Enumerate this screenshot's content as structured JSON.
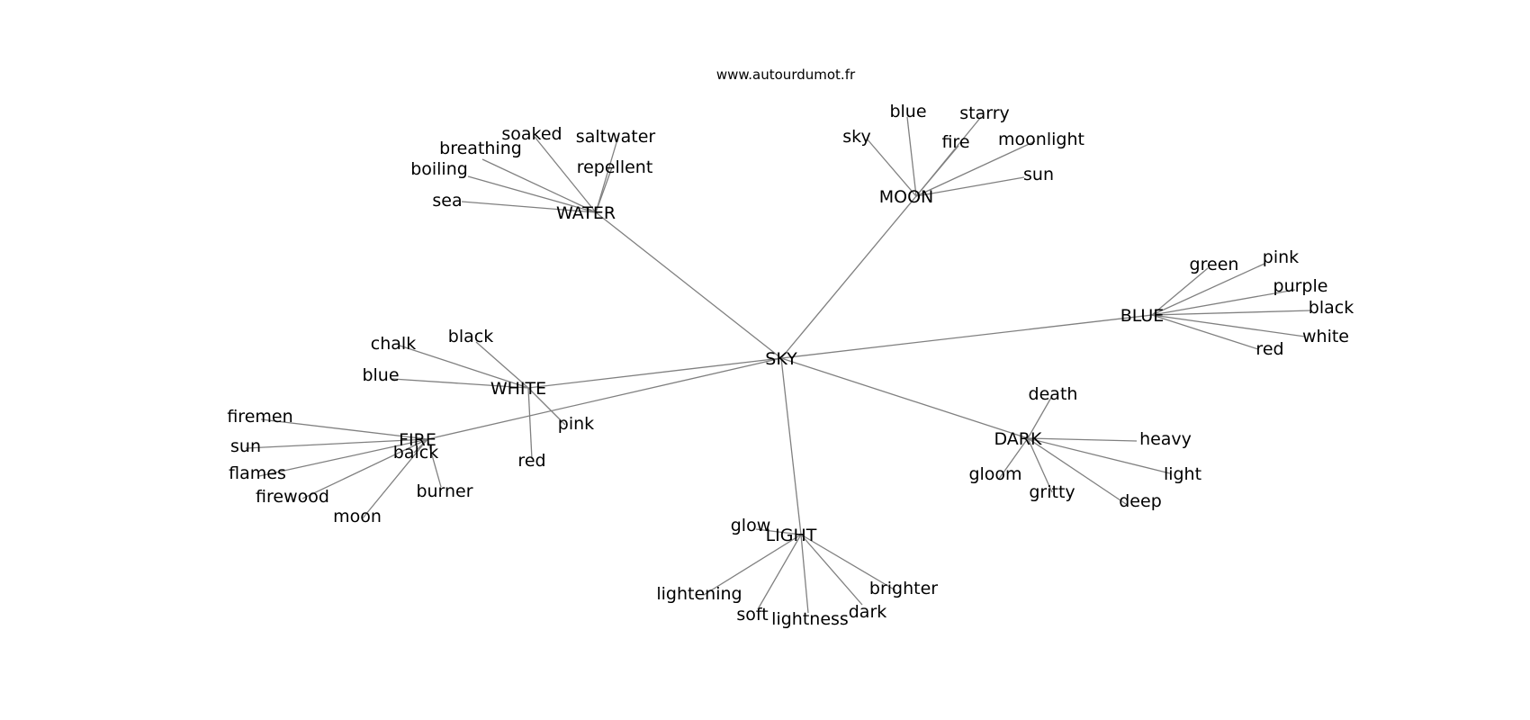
{
  "source": "www.autourdumot.fr",
  "root": "SKY",
  "clusters": [
    {
      "hub": "WATER",
      "words": [
        "sea",
        "boiling",
        "breathing",
        "soaked",
        "saltwater",
        "repellent"
      ]
    },
    {
      "hub": "MOON",
      "words": [
        "sky",
        "blue",
        "starry",
        "fire",
        "moonlight",
        "sun"
      ]
    },
    {
      "hub": "BLUE",
      "words": [
        "green",
        "pink",
        "purple",
        "black",
        "white",
        "red"
      ]
    },
    {
      "hub": "WHITE",
      "words": [
        "chalk",
        "black",
        "blue",
        "pink",
        "red"
      ]
    },
    {
      "hub": "FIRE",
      "words": [
        "firemen",
        "sun",
        "flames",
        "balck",
        "firewood",
        "moon",
        "burner"
      ]
    },
    {
      "hub": "DARK",
      "words": [
        "death",
        "heavy",
        "light",
        "deep",
        "gritty",
        "gloom"
      ]
    },
    {
      "hub": "LIGHT",
      "words": [
        "glow",
        "lightening",
        "soft",
        "lightness",
        "dark",
        "brighter"
      ]
    }
  ]
}
